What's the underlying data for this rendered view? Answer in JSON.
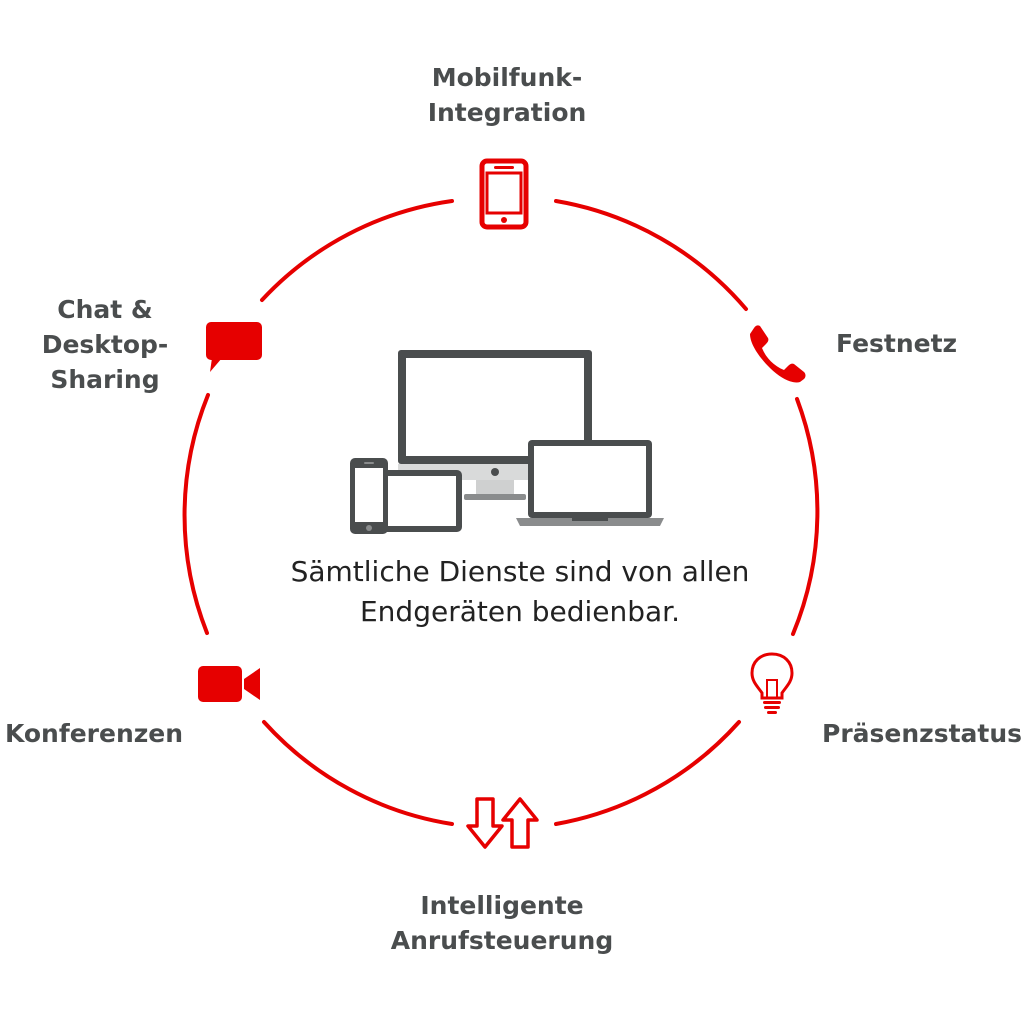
{
  "colors": {
    "accent": "#e60000",
    "text": "#4a4d4e",
    "device": "#4a4d4e"
  },
  "center": {
    "icon": "devices-icon",
    "caption_line1": "Sämtliche Dienste sind von allen",
    "caption_line2": "Endgeräten bedienbar."
  },
  "nodes": {
    "mobile": {
      "icon": "smartphone-icon",
      "line1": "Mobilfunk-",
      "line2": "Integration"
    },
    "landline": {
      "icon": "phone-handset-icon",
      "line1": "Festnetz"
    },
    "presence": {
      "icon": "lightbulb-icon",
      "line1": "Präsenzstatus"
    },
    "routing": {
      "icon": "up-down-arrows-icon",
      "line1": "Intelligente",
      "line2": "Anrufsteuerung"
    },
    "conference": {
      "icon": "video-camera-icon",
      "line1": "Konferenzen"
    },
    "chat": {
      "icon": "chat-bubble-icon",
      "line1": "Chat &",
      "line2": "Desktop-",
      "line3": "Sharing"
    }
  }
}
